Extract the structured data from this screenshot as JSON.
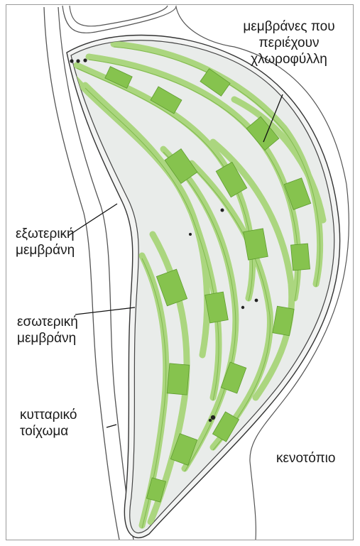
{
  "labels": {
    "chlorophyll_membranes": [
      "μεμβράνες που",
      "περιέχουν",
      "χλωροφύλλη"
    ],
    "outer_membrane": [
      "εξωτερική",
      "μεμβράνη"
    ],
    "inner_membrane": [
      "εσωτερική",
      "μεμβράνη"
    ],
    "cell_wall": [
      "κυτταρικό",
      "τοίχωμα"
    ],
    "vacuole": "κενοτόπιο"
  },
  "colors": {
    "stroma": "#e9ecea",
    "thylakoid": "#9ccf6a",
    "granum": "#7fbf45",
    "outline": "#333333"
  }
}
